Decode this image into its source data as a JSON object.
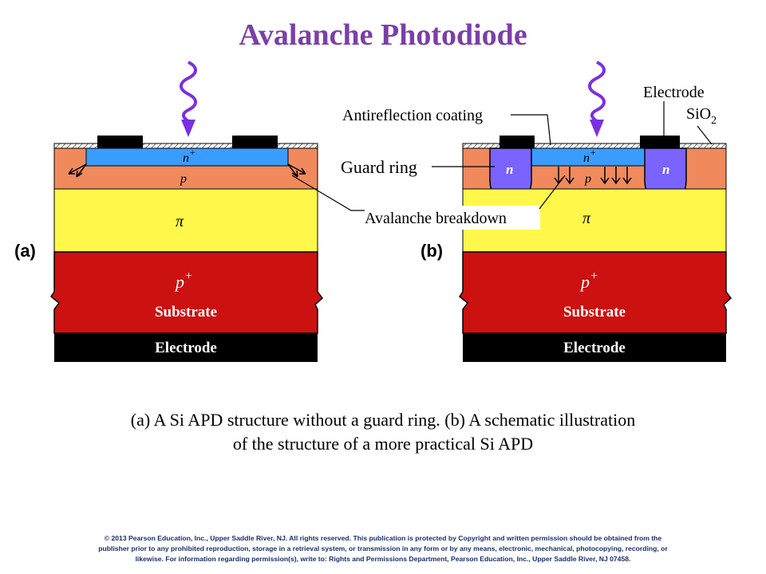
{
  "title": "Avalanche Photodiode",
  "colors": {
    "title": "#7b3fa8",
    "arrow": "#7a30e0",
    "n_plus": "#3a9cff",
    "p_layer": "#f08a5d",
    "pi_layer": "#fff84a",
    "substrate": "#cc1111",
    "electrode": "#000000",
    "guard_ring": "#7a63ff"
  },
  "figure_a": {
    "panel_label": "(a)",
    "n_plus": "n",
    "n_plus_sup": "+",
    "p": "p",
    "pi": "π",
    "p_plus": "p",
    "p_plus_sup": "+",
    "substrate": "Substrate",
    "electrode": "Electrode"
  },
  "figure_b": {
    "panel_label": "(b)",
    "n_plus": "n",
    "n_plus_sup": "+",
    "p": "p",
    "pi": "π",
    "guard_n": "n",
    "p_plus": "p",
    "p_plus_sup": "+",
    "substrate": "Substrate",
    "electrode": "Electrode"
  },
  "callouts": {
    "electrode": "Electrode",
    "sio2": "SiO",
    "sio2_sub": "2",
    "antireflection": "Antireflection coating",
    "guard_ring": "Guard ring",
    "avalanche": "Avalanche breakdown"
  },
  "caption": {
    "line1": "(a) A Si APD structure without a guard ring. (b) A schematic illustration",
    "line2": "of the structure of a more practical Si  APD"
  },
  "copyright": {
    "line1": "© 2013 Pearson Education, Inc., Upper Saddle River, NJ. All rights reserved. This publication is protected by Copyright and written permission should be obtained from the",
    "line2": "publisher prior to any prohibited reproduction, storage in a retrieval system, or transmission in any form or by any means, electronic, mechanical, photocopying, recording, or",
    "line3": "likewise. For information regarding permission(s), write to: Rights and Permissions Department, Pearson Education, Inc., Upper Saddle River, NJ 07458."
  }
}
